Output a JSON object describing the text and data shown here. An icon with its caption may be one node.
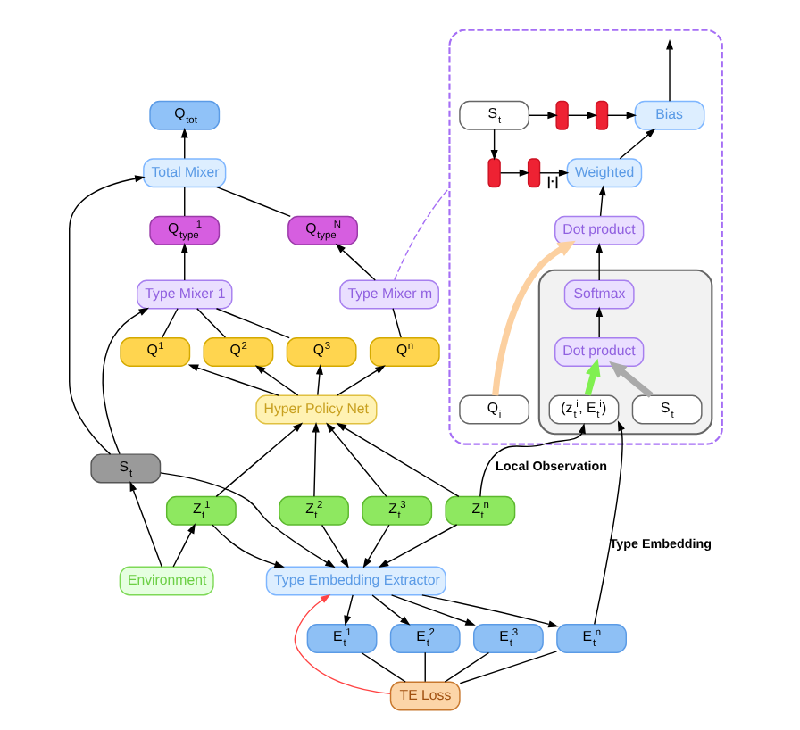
{
  "diagram": {
    "nodes": [
      {
        "text": [
          "Total Mixer"
        ]
      },
      {
        "text": [
          "Q$_{tot}$"
        ]
      },
      {
        "text": [
          "Q$_{type}$$^{1}$"
        ]
      },
      {
        "text": [
          "Q$_{type}$$^{N}$"
        ]
      },
      {
        "text": [
          "Environment"
        ]
      },
      {
        "text": [
          "S$_{t}$"
        ]
      },
      {
        "text": [
          "Type Mixer 1"
        ]
      },
      {
        "text": [
          "Type Mixer m"
        ]
      },
      {
        "text": [
          "Q$^{1}$"
        ]
      },
      {
        "text": [
          "Q$^{2}$"
        ]
      },
      {
        "text": [
          "Q$^{3}$"
        ]
      },
      {
        "text": [
          "Q$^{n}$"
        ]
      },
      {
        "text": [
          "Hyper Policy Net"
        ]
      },
      {
        "text": [
          "Z$_{t}$$^{1}$"
        ]
      },
      {
        "text": [
          "Z$_{t}$$^{2}$"
        ]
      },
      {
        "text": [
          "Z$_{t}$$^{3}$"
        ]
      },
      {
        "text": [
          "Z$_{t}$$^{n}$"
        ]
      },
      {
        "text": [
          "Type Embedding Extractor"
        ]
      },
      {
        "text": [
          "E$_{t}$$^{1}$"
        ]
      },
      {
        "text": [
          "E$_{t}$$^{2}$"
        ]
      },
      {
        "text": [
          "E$_{t}$$^{3}$"
        ]
      },
      {
        "text": [
          "E$_{t}$$^{n}$"
        ]
      },
      {
        "text": [
          "TE Loss"
        ]
      },
      {
        "text": [],
        "shape": "box"
      },
      {
        "text": [
          "Bias"
        ],
        "in": 23
      },
      {
        "text": [
          "Weighted"
        ],
        "in": 23
      },
      {
        "text": [
          "Dot product"
        ],
        "in": 23
      },
      {
        "text": [],
        "shape": "box",
        "in": 23
      },
      {
        "text": [
          "Softmax"
        ],
        "in": 27
      },
      {
        "text": [
          "Dot product"
        ],
        "in": 27
      },
      {
        "text": [
          "Q$_{i}$"
        ],
        "in": 23
      },
      {
        "text": [
          "S$_{t}$"
        ],
        "in": 27
      },
      {
        "text": [
          "(z$_{t}$$^{i}$, E$_{t}$$^{i}$)"
        ],
        "in": 27
      },
      {
        "text": [],
        "shape": "bar",
        "in": 23
      },
      {
        "text": [],
        "shape": "bar",
        "in": 23
      },
      {
        "text": [],
        "shape": "bar",
        "in": 23
      },
      {
        "text": [],
        "shape": "bar",
        "in": 23
      },
      {
        "text": [
          "S$_{t}$"
        ],
        "in": 23
      }
    ],
    "edges": [
      {
        "from": 5,
        "to": 0,
        "arrow": "to"
      },
      {
        "from": 0,
        "to": 1,
        "arrow": "to"
      },
      {
        "from": 2,
        "to": 0,
        "arrow": "none"
      },
      {
        "from": 3,
        "to": 0,
        "arrow": "none"
      },
      {
        "from": 4,
        "to": 5,
        "arrow": "to"
      },
      {
        "from": 5,
        "to": 6,
        "arrow": "to"
      },
      {
        "from": 6,
        "to": 2,
        "arrow": "to"
      },
      {
        "from": 7,
        "to": 3,
        "arrow": "to"
      },
      {
        "from": 8,
        "to": 6,
        "arrow": "none"
      },
      {
        "from": 9,
        "to": 6,
        "arrow": "none"
      },
      {
        "from": 10,
        "to": 6,
        "arrow": "none"
      },
      {
        "from": 11,
        "to": 7,
        "arrow": "none"
      },
      {
        "from": 12,
        "to": 8,
        "arrow": "to"
      },
      {
        "from": 12,
        "to": 9,
        "arrow": "to"
      },
      {
        "from": 12,
        "to": 10,
        "arrow": "to"
      },
      {
        "from": 12,
        "to": 11,
        "arrow": "to"
      },
      {
        "from": 13,
        "to": 12,
        "arrow": "to"
      },
      {
        "from": 14,
        "to": 12,
        "arrow": "to"
      },
      {
        "from": 15,
        "to": 12,
        "arrow": "to"
      },
      {
        "from": 16,
        "to": 12,
        "arrow": "to"
      },
      {
        "from": 4,
        "to": 13,
        "arrow": "to"
      },
      {
        "from": 5,
        "to": 17,
        "arrow": "to"
      },
      {
        "from": 13,
        "to": 17,
        "arrow": "to"
      },
      {
        "from": 14,
        "to": 17,
        "arrow": "to"
      },
      {
        "from": 15,
        "to": 17,
        "arrow": "to"
      },
      {
        "from": 16,
        "to": 17,
        "arrow": "to"
      },
      {
        "from": 17,
        "to": 18,
        "arrow": "to"
      },
      {
        "from": 17,
        "to": 19,
        "arrow": "to"
      },
      {
        "from": 17,
        "to": 20,
        "arrow": "to"
      },
      {
        "from": 17,
        "to": 21,
        "arrow": "to"
      },
      {
        "from": 18,
        "to": 22,
        "arrow": "none"
      },
      {
        "from": 19,
        "to": 22,
        "arrow": "none"
      },
      {
        "from": 20,
        "to": 22,
        "arrow": "none"
      },
      {
        "from": 21,
        "to": 22,
        "arrow": "none"
      },
      {
        "from": 22,
        "to": 17,
        "arrow": "to",
        "color": "#ff4444"
      },
      {
        "from": 16,
        "to": 32,
        "arrow": "to",
        "label": "Local Observation"
      },
      {
        "from": 21,
        "to": 32,
        "arrow": "to",
        "label": "Type Embedding"
      },
      {
        "from": 7,
        "to": 23,
        "arrow": "none",
        "style": "dashed",
        "color": "#a56ef5"
      },
      {
        "from": 30,
        "to": 26,
        "arrow": "to",
        "style": "thick",
        "color": "#fcd0a0"
      },
      {
        "from": 31,
        "to": 29,
        "arrow": "to",
        "style": "thick",
        "color": "#aaaaaa"
      },
      {
        "from": 32,
        "to": 29,
        "arrow": "to",
        "style": "thick",
        "color": "#80f050"
      },
      {
        "from": 29,
        "to": 28,
        "arrow": "to"
      },
      {
        "from": 28,
        "to": 26,
        "arrow": "to"
      },
      {
        "from": 26,
        "to": 25,
        "arrow": "to"
      },
      {
        "from": 25,
        "to": 24,
        "arrow": "to"
      },
      {
        "from": 24,
        "to": 23,
        "arrow": "to"
      },
      {
        "from": 37,
        "to": 34,
        "arrow": "to"
      },
      {
        "from": 34,
        "to": 33,
        "arrow": "to"
      },
      {
        "from": 33,
        "to": 24,
        "arrow": "to"
      },
      {
        "from": 37,
        "to": 36,
        "arrow": "to"
      },
      {
        "from": 36,
        "to": 35,
        "arrow": "to"
      },
      {
        "from": 35,
        "to": 25,
        "arrow": "to",
        "label": "|·|"
      }
    ]
  }
}
